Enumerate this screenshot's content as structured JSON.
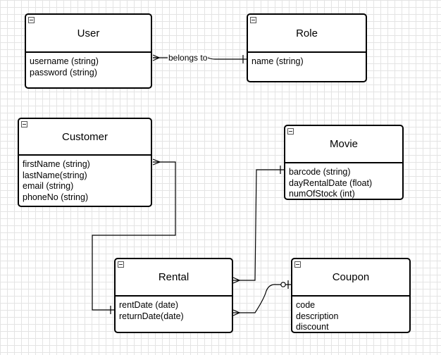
{
  "entities": {
    "user": {
      "name": "User",
      "attributes": [
        "username (string)",
        "password (string)"
      ]
    },
    "role": {
      "name": "Role",
      "attributes": [
        "name (string)"
      ]
    },
    "customer": {
      "name": "Customer",
      "attributes": [
        "firstName (string)",
        "lastName(string)",
        "email (string)",
        "phoneNo (string)"
      ]
    },
    "movie": {
      "name": "Movie",
      "attributes": [
        "barcode (string)",
        "dayRentalDate (float)",
        "numOfStock (int)"
      ]
    },
    "rental": {
      "name": "Rental",
      "attributes": [
        "rentDate (date)",
        "returnDate(date)"
      ]
    },
    "coupon": {
      "name": "Coupon",
      "attributes": [
        "code",
        "description",
        "discount"
      ]
    }
  },
  "relationships": [
    {
      "from": "User",
      "to": "Role",
      "label": "belongs to",
      "from_cardinality": "many",
      "to_cardinality": "one"
    },
    {
      "from": "Customer",
      "to": "Rental",
      "label": "",
      "from_cardinality": "many",
      "to_cardinality": "one"
    },
    {
      "from": "Rental",
      "to": "Movie",
      "label": "",
      "from_cardinality": "many",
      "to_cardinality": "one"
    },
    {
      "from": "Rental",
      "to": "Coupon",
      "label": "",
      "from_cardinality": "many",
      "to_cardinality": "zero-or-one"
    }
  ]
}
